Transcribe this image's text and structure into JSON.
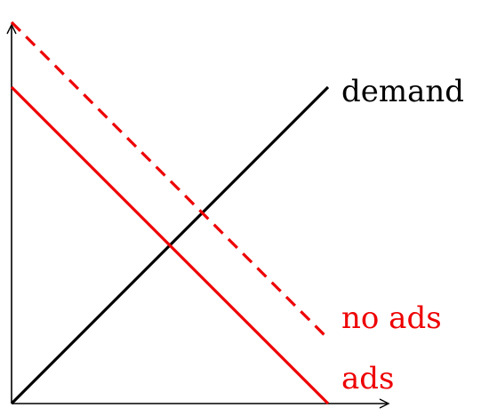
{
  "diagram": {
    "labels": {
      "demand": "demand",
      "no_ads": "no ads",
      "ads": "ads"
    },
    "colors": {
      "axes": "#000000",
      "demand": "#000000",
      "no_ads": "#ee0000",
      "ads": "#ee0000"
    },
    "line_styles": {
      "demand": "solid",
      "no_ads": "dashed",
      "ads": "solid"
    }
  }
}
